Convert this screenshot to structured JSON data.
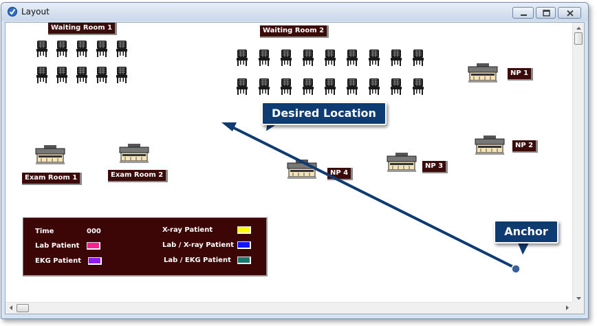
{
  "window": {
    "title": "Layout",
    "controls": [
      "minimize-button",
      "maximize-button",
      "close-button"
    ]
  },
  "layout": {
    "waiting_rooms": [
      {
        "label": "Waiting Room 1"
      },
      {
        "label": "Waiting Room 2"
      }
    ],
    "exam_rooms": [
      {
        "label": "Exam Room 1"
      },
      {
        "label": "Exam Room 2"
      }
    ],
    "stations": [
      {
        "label": "NP 1"
      },
      {
        "label": "NP 2"
      },
      {
        "label": "NP 3"
      },
      {
        "label": "NP 4"
      }
    ]
  },
  "legend": {
    "time_label": "Time",
    "time_value": "000",
    "items": [
      {
        "label": "Lab Patient",
        "color": "#ff1f8f"
      },
      {
        "label": "EKG Patient",
        "color": "#8a1ff0"
      },
      {
        "label": "X-ray Patient",
        "color": "#ffff00"
      },
      {
        "label": "Lab / X-ray Patient",
        "color": "#1414ff"
      },
      {
        "label": "Lab / EKG Patient",
        "color": "#1a7a6f"
      }
    ]
  },
  "annotations": {
    "desired_location": "Desired Location",
    "anchor": "Anchor"
  },
  "colors": {
    "label_bg": "#3d0a0a",
    "callout_bg": "#0f3b73",
    "arrow": "#0f3b73"
  }
}
